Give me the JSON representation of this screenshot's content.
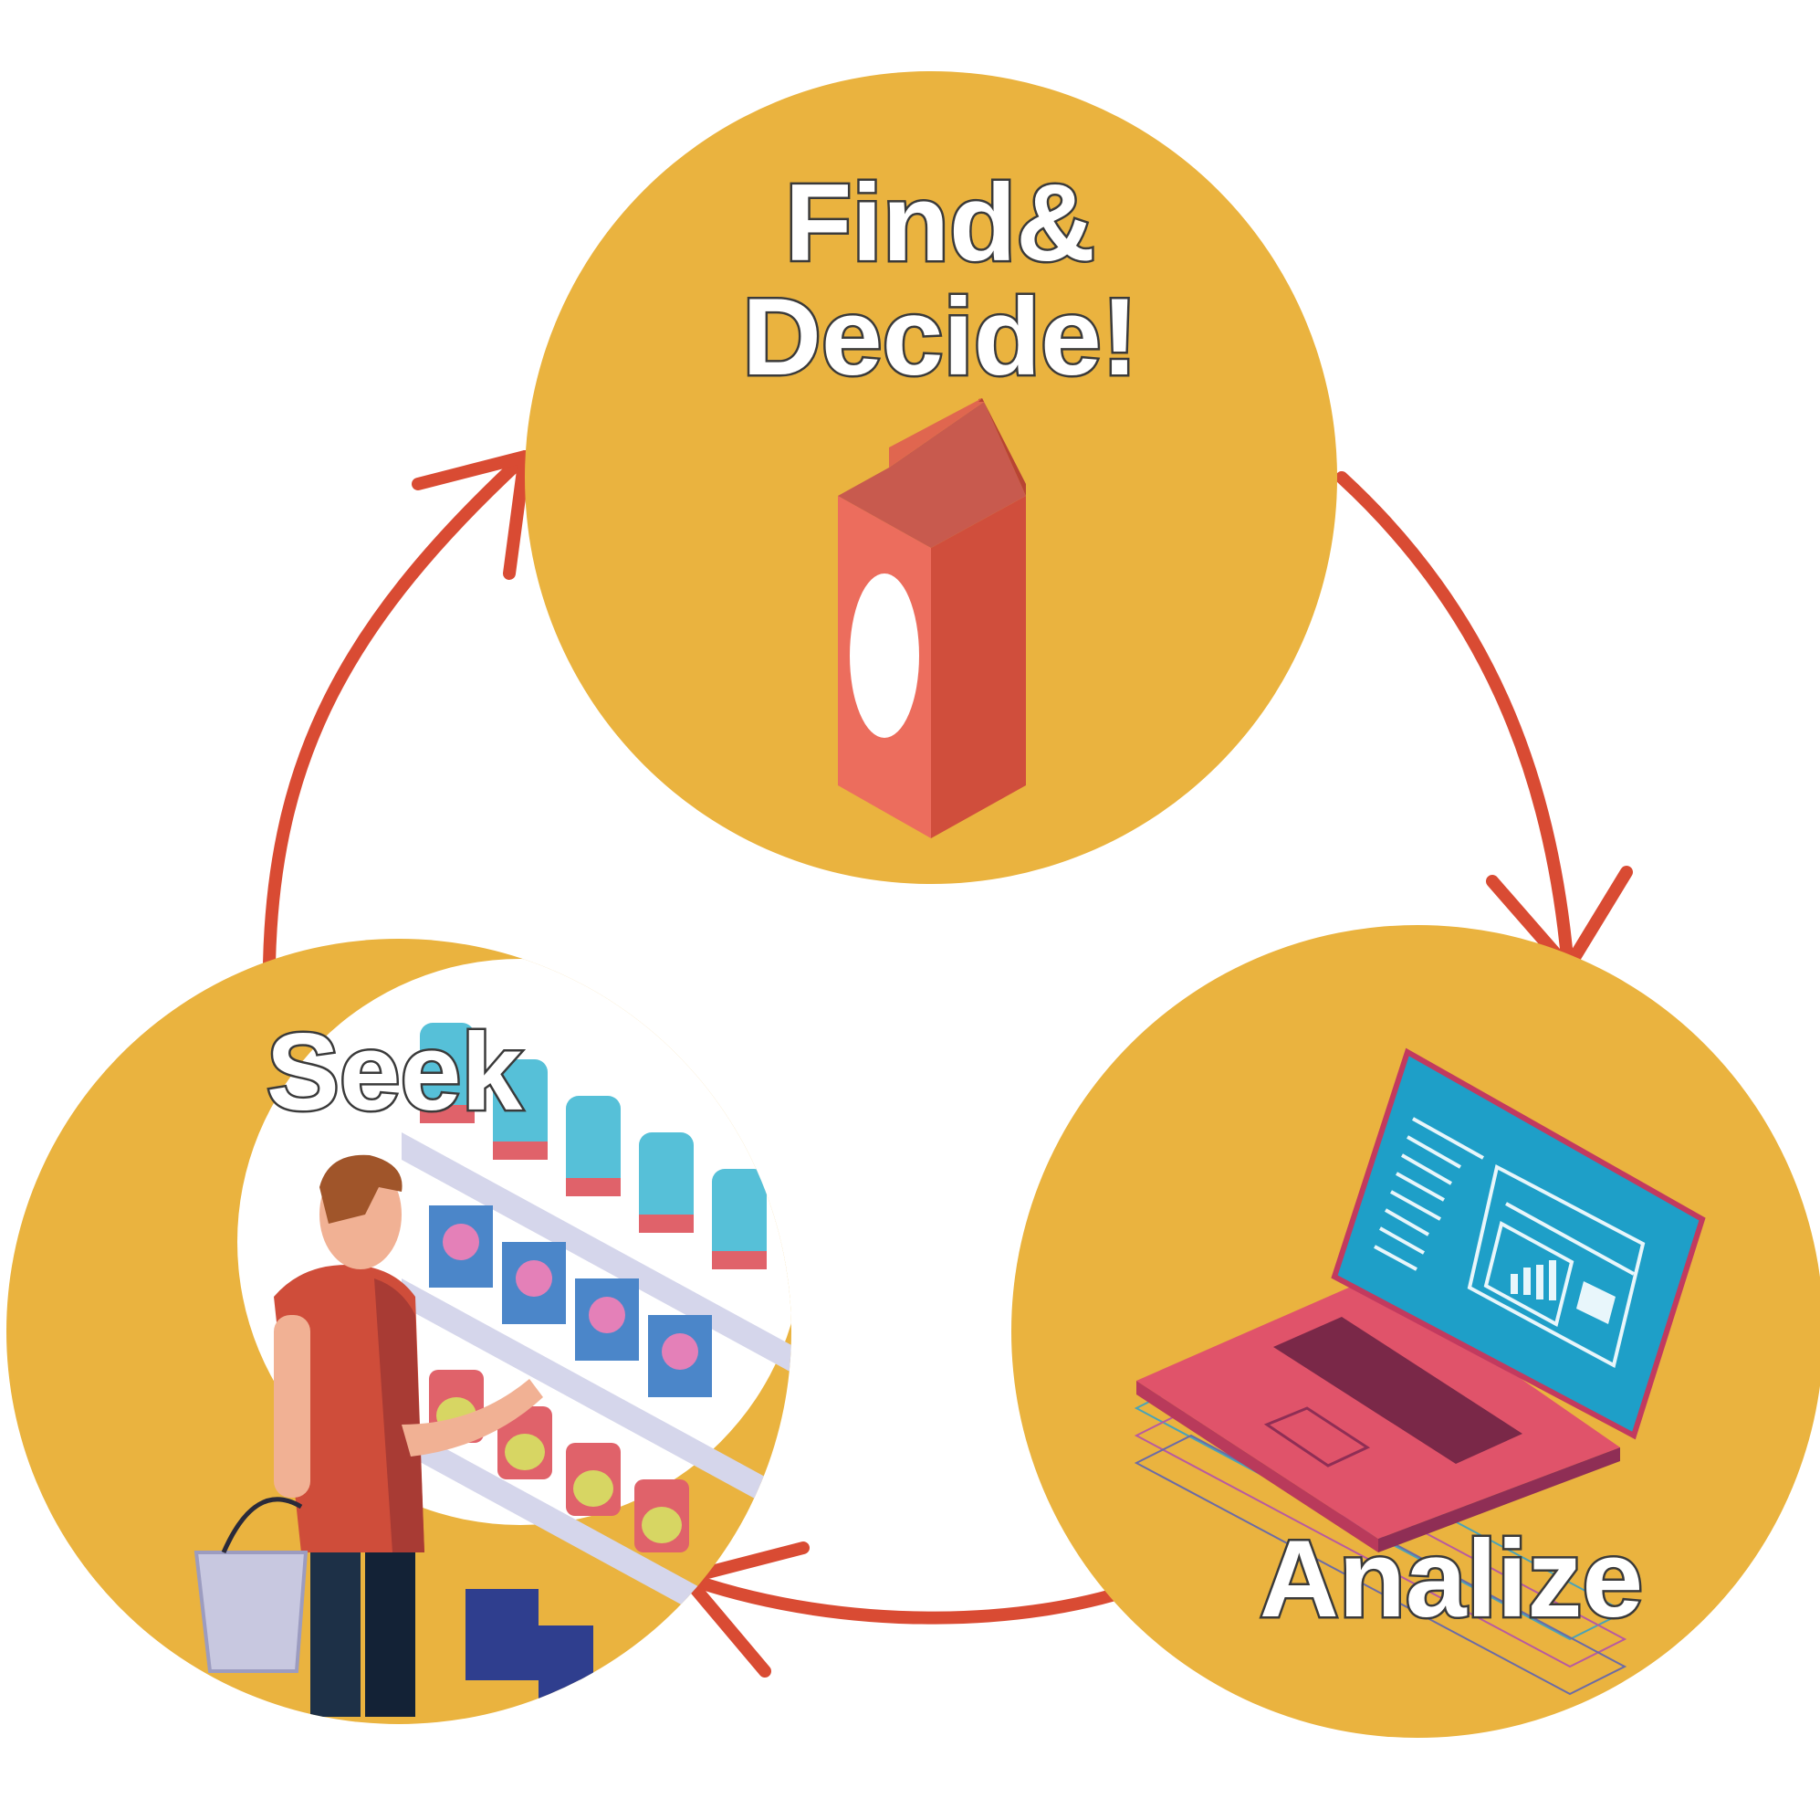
{
  "diagram": {
    "type": "cycle",
    "colors": {
      "circle_fill": "#EAB33F",
      "arrow": "#D94B33",
      "label_fill": "#FFFFFF",
      "label_shadow": "#3A3A3A"
    },
    "stages": [
      {
        "id": "find",
        "label_line1": "Find&",
        "label_line2": "Decide!",
        "icon": "milk-carton-icon"
      },
      {
        "id": "analize",
        "label": "Analize",
        "icon": "laptop-analytics-icon"
      },
      {
        "id": "seek",
        "label": "Seek",
        "icon": "shopper-at-shelf-illustration"
      }
    ],
    "flow": [
      {
        "from": "find",
        "to": "analize"
      },
      {
        "from": "analize",
        "to": "seek"
      },
      {
        "from": "seek",
        "to": "find"
      }
    ]
  }
}
